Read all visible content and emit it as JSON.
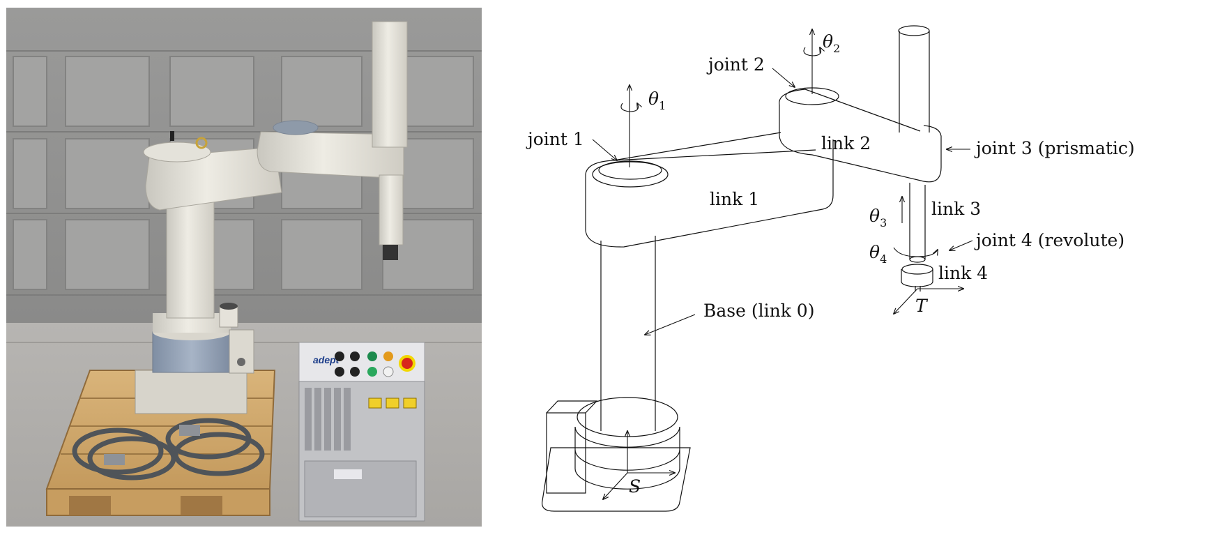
{
  "photo": {
    "controller_brand": "adept"
  },
  "diagram": {
    "theta1_symbol": "θ",
    "theta1_sub": "1",
    "theta2_symbol": "θ",
    "theta2_sub": "2",
    "theta3_symbol": "θ",
    "theta3_sub": "3",
    "theta4_symbol": "θ",
    "theta4_sub": "4",
    "joint1": "joint 1",
    "joint2": "joint 2",
    "joint3": "joint 3 (prismatic)",
    "joint4": "joint 4 (revolute)",
    "link1": "link 1",
    "link2": "link 2",
    "link3": "link 3",
    "link4": "link 4",
    "base": "Base (link 0)",
    "frame_s": "S",
    "frame_t": "T"
  }
}
